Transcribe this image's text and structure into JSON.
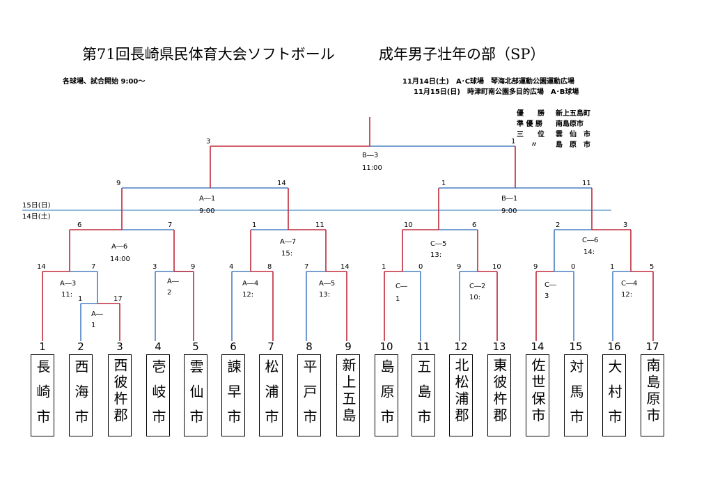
{
  "header": {
    "title": "第71回長崎県民体育大会ソフトボール",
    "subtitle": "成年男子壮年の部（SP）",
    "start_note": "各球場、試合開始 9:00～",
    "venue_day1": "11月14日(土)　A･C球場　琴海北部運動公園運動広場",
    "venue_day2": "11月15日(日)　時津町南公園多目的広場　A･B球場"
  },
  "results": {
    "winner_label": "優　　勝",
    "winner": "新上五島町",
    "runner_up_label": "準 優 勝",
    "runner_up": "南島原市",
    "third_label": "三　　位",
    "third": "雲　仙　市",
    "ditto": "〃",
    "third2": "島　原　市"
  },
  "day_divider": {
    "day2_label": "15日(日)",
    "day1_label": "14日(土)"
  },
  "scores": {
    "final_l": "3",
    "final_r": "1",
    "sf1_l": "9",
    "sf1_r": "14",
    "sf2_l": "1",
    "sf2_r": "11",
    "a6_l": "6",
    "a6_r": "7",
    "a7_l": "1",
    "a7_r": "11",
    "c5_l": "10",
    "c5_r": "6",
    "c6_l": "2",
    "c6_r": "3",
    "a3_l": "14",
    "a3_r": "7",
    "a2_l": "3",
    "a2_r": "9",
    "a4_l": "4",
    "a4_r": "8",
    "a5_l": "7",
    "a5_r": "14",
    "c1_l": "1",
    "c1_r": "0",
    "c2_l": "9",
    "c2_r": "10",
    "c3_l": "9",
    "c3_r": "0",
    "c4_l": "1",
    "c4_r": "5",
    "a1_l": "1",
    "a1_r": "17"
  },
  "matches": {
    "b3": "B―3",
    "b3_time": "11:00",
    "a1sf": "A―1",
    "a1sf_time": "9:00",
    "b1": "B―1",
    "b1_time": "9:00",
    "a6": "A―6",
    "a6_time": "14:00",
    "a7": "A―7",
    "a7_time": "15:",
    "c5": "C―5",
    "c5_time": "13:",
    "c6": "C―6",
    "c6_time": "14:",
    "a3": "A―3",
    "a3_time": "11:",
    "a2": "A―",
    "a2_time": "2",
    "a4": "A―4",
    "a4_time": "12:",
    "a5": "A―5",
    "a5_time": "13:",
    "c1": "C―",
    "c1_time": "1",
    "c2": "C―2",
    "c2_time": "10:",
    "c3": "C―",
    "c3_time": "3",
    "c4": "C―4",
    "c4_time": "12:",
    "a1": "A―",
    "a1_time": "1"
  },
  "teams": [
    {
      "no": "1",
      "name": "長崎市"
    },
    {
      "no": "2",
      "name": "西海市"
    },
    {
      "no": "3",
      "name": "西彼杵郡"
    },
    {
      "no": "4",
      "name": "壱岐市"
    },
    {
      "no": "5",
      "name": "雲仙市"
    },
    {
      "no": "6",
      "name": "諫早市"
    },
    {
      "no": "7",
      "name": "松浦市"
    },
    {
      "no": "8",
      "name": "平戸市"
    },
    {
      "no": "9",
      "name": "新上五島"
    },
    {
      "no": "10",
      "name": "島原市"
    },
    {
      "no": "11",
      "name": "五島市"
    },
    {
      "no": "12",
      "name": "北松浦郡"
    },
    {
      "no": "13",
      "name": "東彼杵郡"
    },
    {
      "no": "14",
      "name": "佐世保市"
    },
    {
      "no": "15",
      "name": "対馬市"
    },
    {
      "no": "16",
      "name": "大村市"
    },
    {
      "no": "17",
      "name": "南島原市"
    }
  ],
  "colors": {
    "win": "#c0283a",
    "loss": "#4a7fc1",
    "divider": "#6fa0cf"
  }
}
